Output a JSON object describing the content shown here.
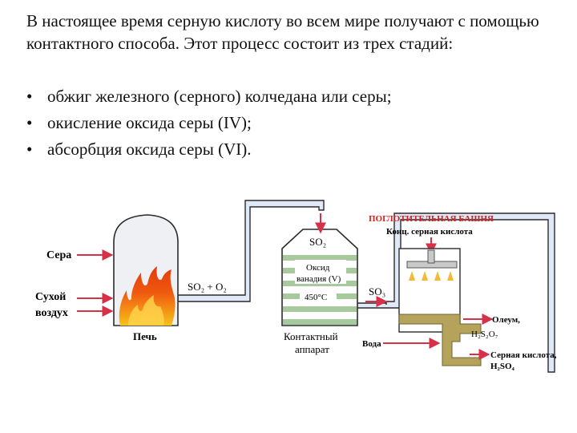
{
  "text": {
    "intro": "В настоящее время серную кислоту во всем мире получают с помощью контактного способа. Этот процесс состоит из трех стадий:",
    "bullets": [
      "обжиг железного (серного) колчедана или серы;",
      "окисление оксида серы (IV);",
      "абсорбция оксида серы (VI)."
    ],
    "bullet_glyph": "•"
  },
  "diagram": {
    "input_sulfur": "Сера",
    "input_air_1": "Сухой",
    "input_air_2": "воздух",
    "furnace": "Печь",
    "pipe_label": "SO₂ + O₂",
    "reactor_top": "SO₂",
    "catalyst_1": "Оксид",
    "catalyst_2": "ванадия (V)",
    "temperature": "450°C",
    "reactor_label_1": "Контактный",
    "reactor_label_2": "аппарат",
    "so3": "SO₃",
    "tower_title": "ПОГЛОТИТЕЛЬНАЯ БАШНЯ",
    "tower_input": "Конц. серная кислота",
    "oleum_1": "Олеум,",
    "oleum_2": "H₂S₂O₇",
    "water": "Вода",
    "acid_1": "Серная кислота,",
    "acid_2": "H₂SO₄",
    "colors": {
      "arrow": "#d9304a",
      "title_red": "#d42020",
      "pipe_fill": "#dfe9f7",
      "flame": "#f05a10",
      "liquid": "#b5a35b",
      "catalyst_band": "#a6ca9d"
    }
  }
}
